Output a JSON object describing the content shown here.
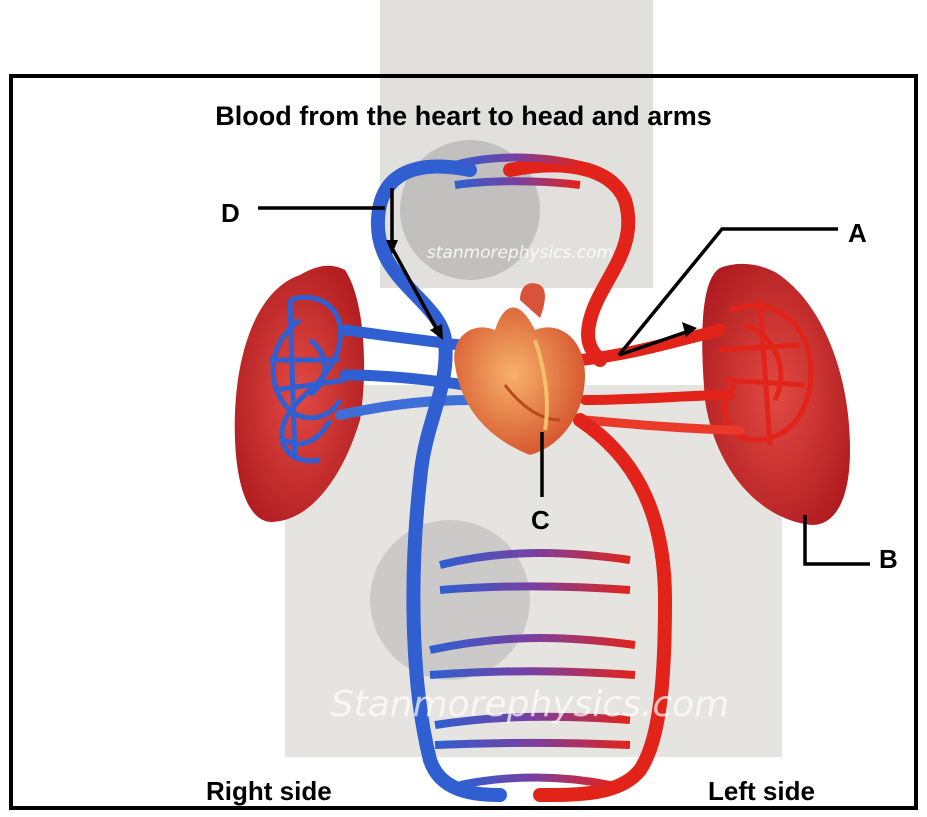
{
  "title": "Blood from the heart to head and arms",
  "labels": {
    "a": "A",
    "b": "B",
    "c": "C",
    "d": "D"
  },
  "sides": {
    "right": "Right side",
    "left": "Left side"
  },
  "watermarks": [
    "stanmorephysics.com",
    "Stanmorephysics.com"
  ],
  "colors": {
    "vein": "#2f5fd0",
    "artery": "#e2231a",
    "lung": "#c8262a",
    "heart": "#e8734a"
  }
}
